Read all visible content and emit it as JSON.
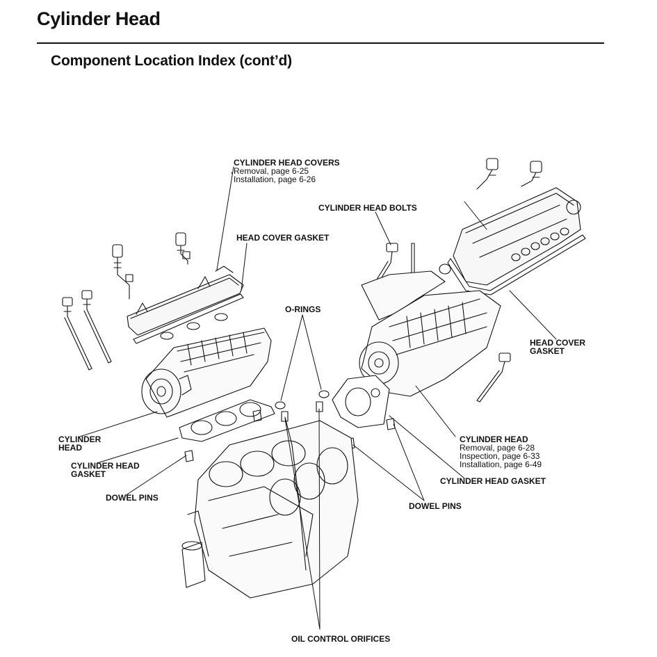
{
  "header": {
    "title": "Cylinder Head",
    "subtitle": "Component Location Index (cont’d)"
  },
  "callouts": {
    "cylinder_head_covers": {
      "name": "CYLINDER HEAD COVERS",
      "refs": [
        "Removal, page 6-25",
        "Installation, page 6-26"
      ]
    },
    "cylinder_head_bolts": {
      "name": "CYLINDER HEAD BOLTS"
    },
    "head_cover_gasket_left": {
      "name": "HEAD COVER GASKET"
    },
    "o_rings": {
      "name": "O-RINGS"
    },
    "head_cover_gasket_right": {
      "name_lines": [
        "HEAD COVER",
        "GASKET"
      ]
    },
    "cylinder_head_left": {
      "name_lines": [
        "CYLINDER",
        "HEAD"
      ]
    },
    "cylinder_head_gasket_left": {
      "name_lines": [
        "CYLINDER HEAD",
        "GASKET"
      ]
    },
    "dowel_pins_left": {
      "name": "DOWEL PINS"
    },
    "cylinder_head_right": {
      "name": "CYLINDER HEAD",
      "refs": [
        "Removal, page 6-28",
        "Inspection, page 6-33",
        "Installation, page 6-49"
      ]
    },
    "cylinder_head_gasket_right": {
      "name": "CYLINDER HEAD GASKET"
    },
    "dowel_pins_right": {
      "name": "DOWEL PINS"
    },
    "oil_control_orifices": {
      "name": "OIL CONTROL ORIFICES"
    }
  }
}
